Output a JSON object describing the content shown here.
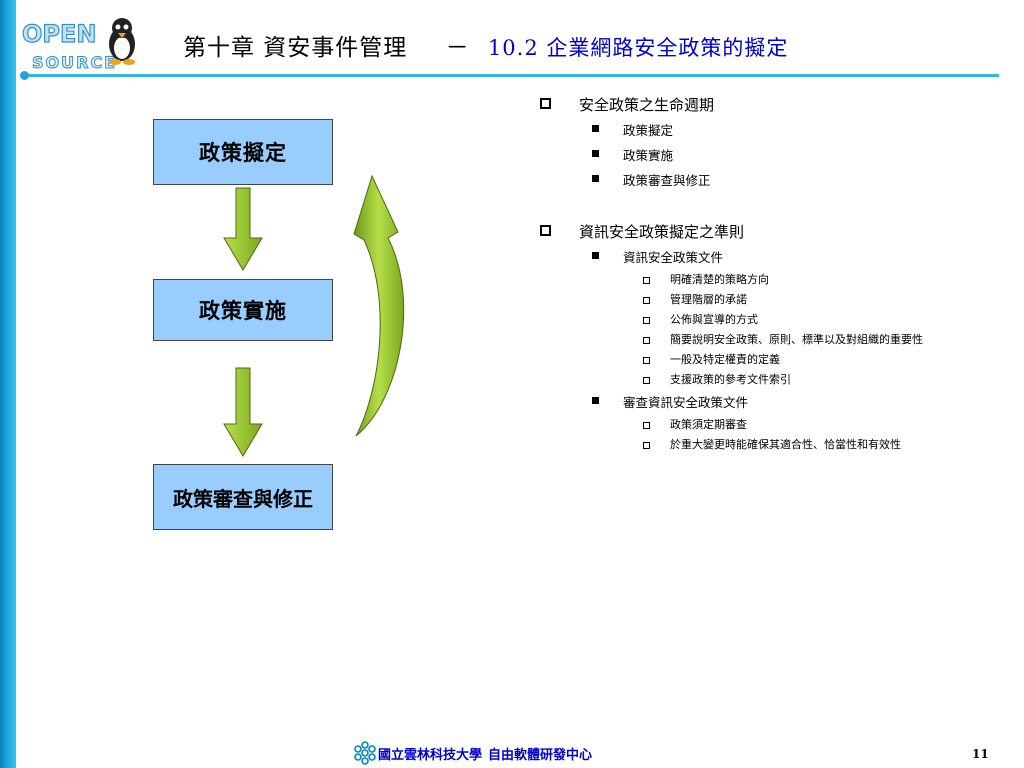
{
  "header": {
    "chapter": "第十章 資安事件管理",
    "dash": "－",
    "section": "10.2 企業網路安全政策的擬定",
    "logo_top": "OPEN",
    "logo_bottom": "SOURCE"
  },
  "diagram": {
    "boxes": [
      "政策擬定",
      "政策實施",
      "政策審查與修正"
    ]
  },
  "outline": {
    "sections": [
      {
        "title": "安全政策之生命週期",
        "items": [
          {
            "label": "政策擬定",
            "subitems": []
          },
          {
            "label": "政策實施",
            "subitems": []
          },
          {
            "label": "政策審查與修正",
            "subitems": []
          }
        ]
      },
      {
        "title": "資訊安全政策擬定之準則",
        "items": [
          {
            "label": "資訊安全政策文件",
            "subitems": [
              "明確清楚的策略方向",
              "管理階層的承諾",
              "公佈與宣導的方式",
              "簡要說明安全政策、原則、標準以及對組織的重要性",
              "一般及特定權責的定義",
              "支援政策的參考文件索引"
            ]
          },
          {
            "label": "審查資訊安全政策文件",
            "subitems": [
              "政策須定期審查",
              "於重大變更時能確保其適合性、恰當性和有效性"
            ]
          }
        ]
      }
    ]
  },
  "footer": {
    "school": "國立雲林科技大學",
    "center": "自由軟體研發中心",
    "page": "11"
  },
  "colors": {
    "accent_blue": "#1aa6dc",
    "box_fill": "#99ccff",
    "arrow_green": "#99cc33",
    "title_blue": "#0000cc"
  }
}
